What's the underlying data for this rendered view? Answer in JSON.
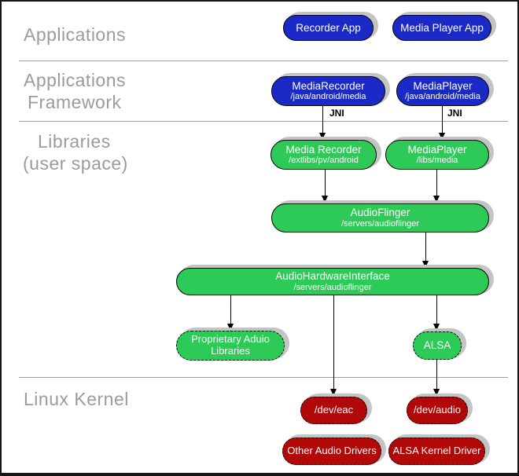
{
  "colors": {
    "app_blue": "#1b2ac6",
    "lib_green": "#2eca57",
    "kernel_red": "#b10808",
    "shadow": "#c4c4c4",
    "section_label": "#9b9b9b",
    "divider": "#9e9e9e",
    "line": "#000000"
  },
  "sections": {
    "applications": {
      "line1": "Applications"
    },
    "framework": {
      "line1": "Applications",
      "line2": "Framework"
    },
    "libraries": {
      "line1": "Libraries",
      "line2": "(user space)"
    },
    "kernel": {
      "line1": "Linux Kernel"
    }
  },
  "nodes": {
    "recorder_app": {
      "title": "Recorder App"
    },
    "media_player_app": {
      "title": "Media Player App"
    },
    "media_recorder_fw": {
      "title": "MediaRecorder",
      "subtitle": "/java/android/media"
    },
    "media_player_fw": {
      "title": "MediaPlayer",
      "subtitle": "/java/android/media"
    },
    "media_recorder_lib": {
      "title": "Media Recorder",
      "subtitle": "/extlibs/pv/android"
    },
    "media_player_lib": {
      "title": "MediaPlayer",
      "subtitle": "/libs/media"
    },
    "audioflinger": {
      "title": "AudioFlinger",
      "subtitle": "/servers/audioflinger"
    },
    "audio_hardware_interface": {
      "title": "AudioHardwareInterface",
      "subtitle": "/servers/audioflinger"
    },
    "proprietary_audio_libraries": {
      "line1": "Proprietary Aduio",
      "line2": "Libraries"
    },
    "alsa": {
      "title": "ALSA"
    },
    "dev_eac": {
      "title": "/dev/eac"
    },
    "dev_audio": {
      "title": "/dev/audio"
    },
    "other_audio_drivers": {
      "title": "Other Audio Drivers"
    },
    "alsa_kernel_driver": {
      "title": "ALSA Kernel Driver"
    }
  },
  "edge_labels": {
    "jni_left": "JNI",
    "jni_right": "JNI"
  }
}
